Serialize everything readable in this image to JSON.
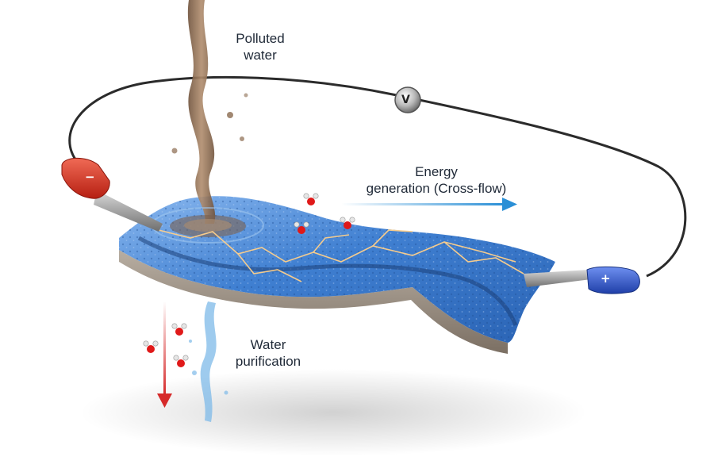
{
  "labels": {
    "polluted": [
      "Polluted",
      "water"
    ],
    "energy": [
      "Energy",
      "generation (Cross-flow)"
    ],
    "purification": [
      "Water",
      "purification"
    ]
  },
  "symbols": {
    "voltmeter": "V",
    "negative": "−",
    "positive": "+"
  },
  "colors": {
    "fabric": "#2f6fc4",
    "fabric_light": "#6fa3e6",
    "wire": "#2b2b2b",
    "negative_clip": "#d6311f",
    "positive_clip": "#2d55c9",
    "polluted_water": "#8a6a4f",
    "clean_water": "#7db9e8",
    "energy_arrow": "#2a8fd6",
    "purification_arrow": "#d62a2a",
    "spark": "#ffd08a"
  }
}
